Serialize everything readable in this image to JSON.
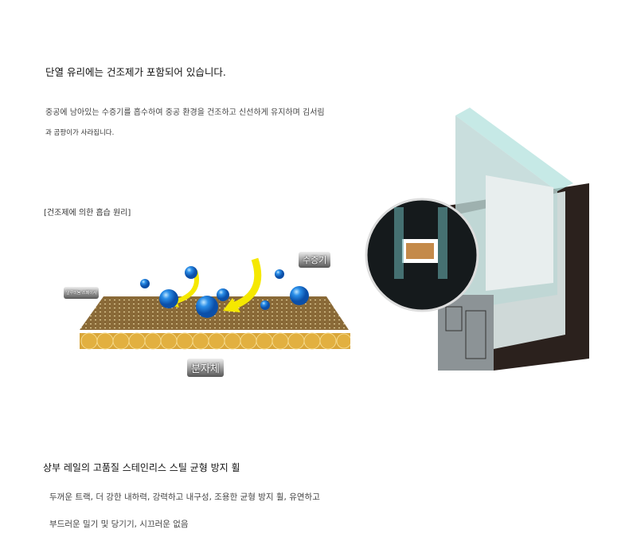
{
  "section1": {
    "title": "단열 유리에는 건조제가 포함되어 있습니다.",
    "desc_line1": "중공에 남아있는 수증기를 흡수하여 중공 환경을 건조하고 신선하게 유지하며 김서림",
    "desc_line2": "과 곰팡이가 사라집니다.",
    "diagram_caption": "[건조제에 의한 흡습 원리]"
  },
  "diagram": {
    "label_vapor": "수증기",
    "label_molecule": "분자체",
    "label_spacer": "알루미늄 스페이서"
  },
  "section2": {
    "title": "상부 레일의 고품질 스테인리스 스틸 균형 방지 휠",
    "desc_line1": "두꺼운 트랙, 더 강한 내하력, 강력하고 내구성, 조용한 균형 방지 휠, 유연하고",
    "desc_line2": "부드러운 밀기 및 당기기, 시끄러운 없음"
  }
}
